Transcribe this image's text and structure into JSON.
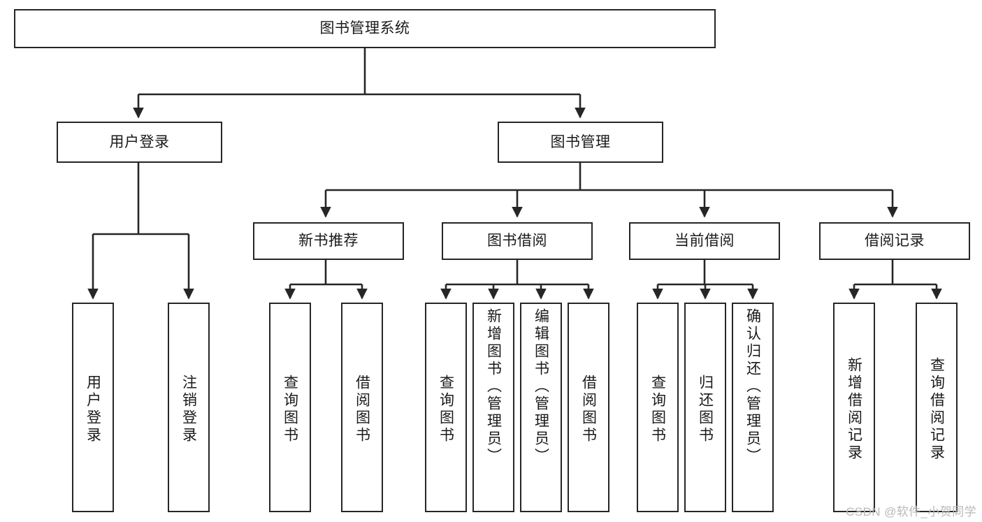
{
  "diagram": {
    "title": "图书管理系统",
    "type": "tree",
    "watermark": "CSDN @软件_小贺同学",
    "colors": {
      "stroke": "#262626",
      "box_fill": "#ffffff",
      "text": "#1a1a1a",
      "watermark": "#b9b9b9",
      "background": "#ffffff"
    },
    "root": {
      "label": "图书管理系统",
      "level": 1
    },
    "level2": [
      {
        "id": "user-login",
        "label": "用户登录"
      },
      {
        "id": "book-manage",
        "label": "图书管理"
      }
    ],
    "level3": [
      {
        "id": "new-book-recommend",
        "label": "新书推荐",
        "parent": "book-manage"
      },
      {
        "id": "book-borrow",
        "label": "图书借阅",
        "parent": "book-manage"
      },
      {
        "id": "current-borrow",
        "label": "当前借阅",
        "parent": "book-manage"
      },
      {
        "id": "borrow-record",
        "label": "借阅记录",
        "parent": "book-manage"
      }
    ],
    "leaves": {
      "user-login": [
        {
          "id": "leaf-user-login",
          "label": "用户登录"
        },
        {
          "id": "leaf-logout",
          "label": "注销登录"
        }
      ],
      "new-book-recommend": [
        {
          "id": "leaf-query-book-1",
          "label": "查询图书"
        },
        {
          "id": "leaf-borrow-book-1",
          "label": "借阅图书"
        }
      ],
      "book-borrow": [
        {
          "id": "leaf-query-book-2",
          "label": "查询图书"
        },
        {
          "id": "leaf-add-book",
          "label": "新增图书（管理员）"
        },
        {
          "id": "leaf-edit-book",
          "label": "编辑图书（管理员）"
        },
        {
          "id": "leaf-borrow-book-2",
          "label": "借阅图书"
        }
      ],
      "current-borrow": [
        {
          "id": "leaf-query-book-3",
          "label": "查询图书"
        },
        {
          "id": "leaf-return-book",
          "label": "归还图书"
        },
        {
          "id": "leaf-confirm-return",
          "label": "确认归还（管理员）"
        }
      ],
      "borrow-record": [
        {
          "id": "leaf-add-record",
          "label": "新增借阅记录"
        },
        {
          "id": "leaf-query-record",
          "label": "查询借阅记录"
        }
      ]
    }
  }
}
